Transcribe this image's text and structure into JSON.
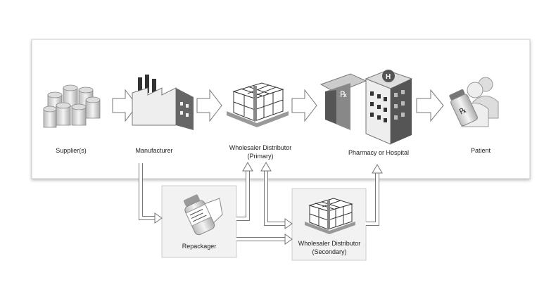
{
  "nodes": {
    "supplier": "Supplier(s)",
    "manufacturer": "Manufacturer",
    "primary_line1": "Wholesaler Distributor",
    "primary_line2": "(Primary)",
    "pharmacy": "Pharmacy or Hospital",
    "patient": "Patient",
    "repackager": "Repackager",
    "secondary_line1": "Wholesaler Distributor",
    "secondary_line2": "(Secondary)"
  },
  "colors": {
    "panel_border": "#cccccc",
    "subpanel_fill": "#f2f2f2",
    "arrow_stroke": "#777777",
    "icon_gray": "#9a9a9a"
  }
}
